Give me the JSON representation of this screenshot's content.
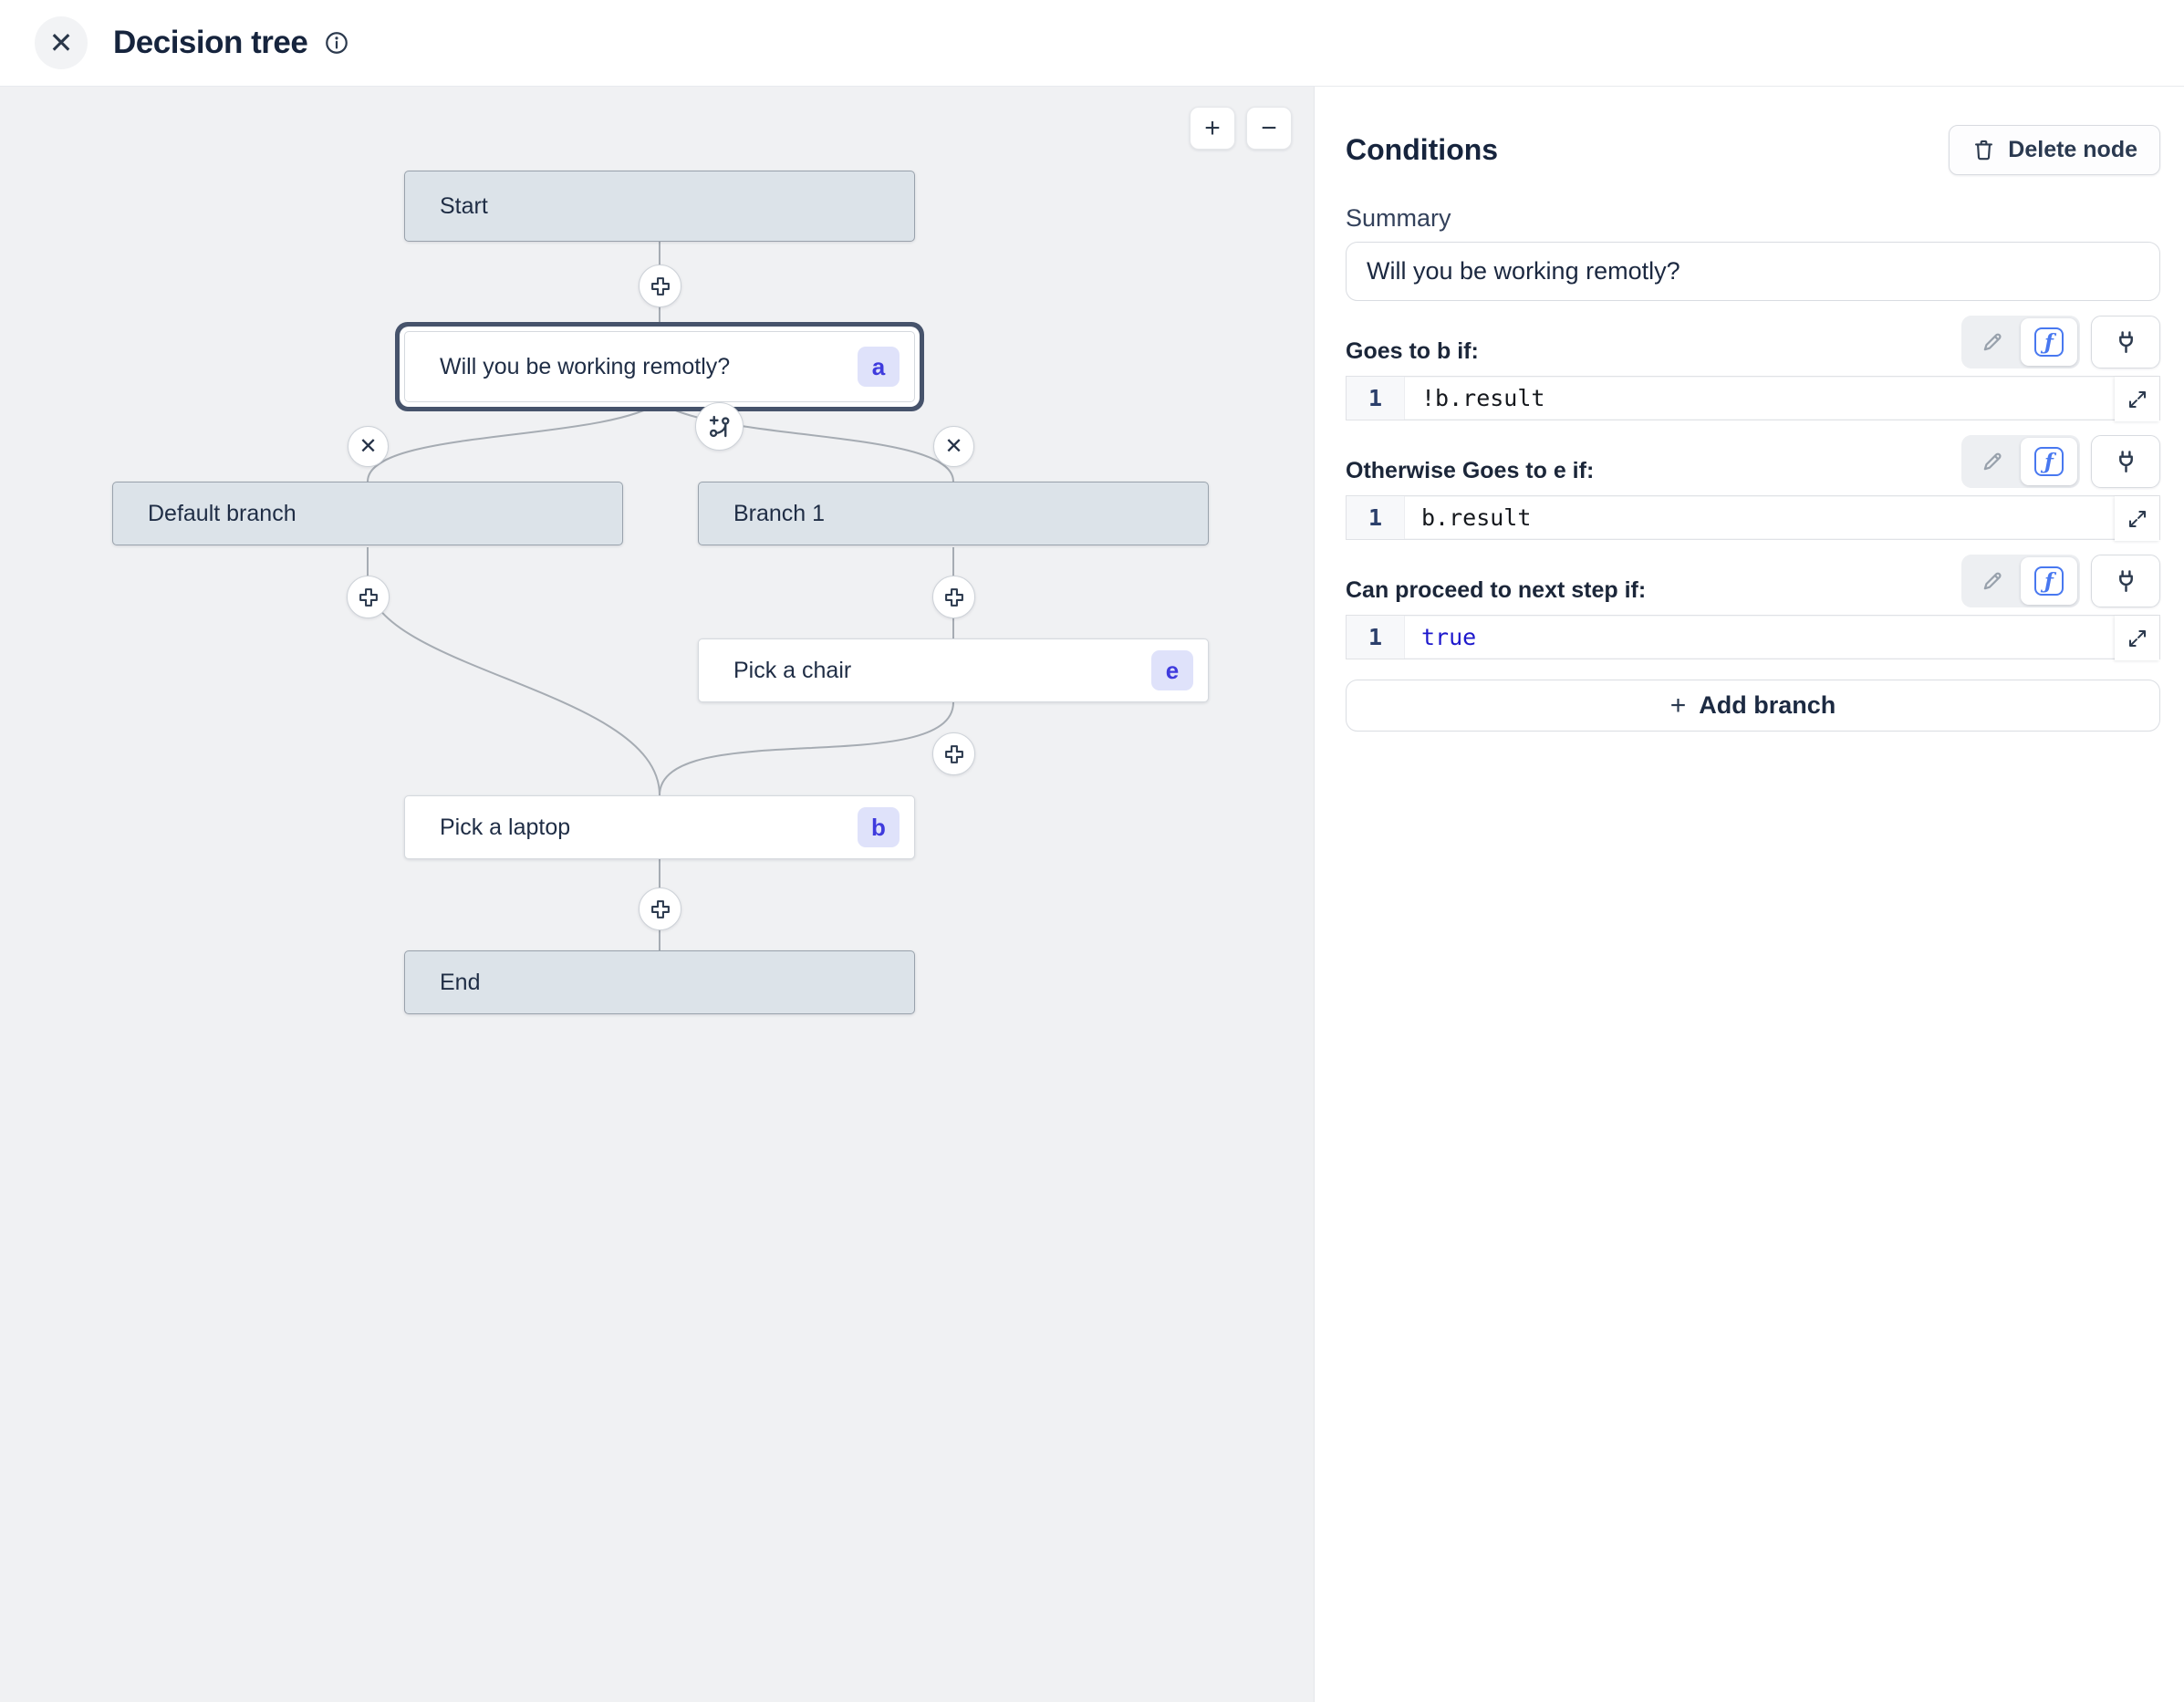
{
  "header": {
    "title": "Decision tree"
  },
  "icons": {
    "close": "✕",
    "zoom_in": "+",
    "zoom_out": "−",
    "delete_branch": "✕",
    "add_branch_plus": "+",
    "fx": "ƒ"
  },
  "canvas": {
    "nodes": {
      "start": {
        "label": "Start"
      },
      "question": {
        "label": "Will you be working remotly?",
        "badge": "a",
        "selected": true
      },
      "default_branch": {
        "label": "Default branch"
      },
      "branch_1": {
        "label": "Branch 1"
      },
      "pick_chair": {
        "label": "Pick a chair",
        "badge": "e"
      },
      "pick_laptop": {
        "label": "Pick a laptop",
        "badge": "b"
      },
      "end": {
        "label": "End"
      }
    }
  },
  "panel": {
    "title": "Conditions",
    "delete_button_label": "Delete node",
    "summary_label": "Summary",
    "summary_value": "Will you be working remotly?",
    "sections": [
      {
        "label": "Goes to b if:",
        "line_number": "1",
        "code": "!b.result",
        "code_color": "#15181d"
      },
      {
        "label": "Otherwise Goes to e if:",
        "line_number": "1",
        "code": "b.result",
        "code_color": "#15181d"
      },
      {
        "label": "Can proceed to next step if:",
        "line_number": "1",
        "code": "true",
        "code_color": "#1d18cc"
      }
    ],
    "add_branch_label": "Add branch"
  },
  "colors": {
    "accent_blue": "#4878f0",
    "keyword_blue": "#1d18cc",
    "badge_bg": "#dfe2fa",
    "badge_text": "#3f3bdd",
    "node_gray": "#dce3e9",
    "selection_ring": "#46536b",
    "canvas_bg": "#f0f1f3"
  }
}
